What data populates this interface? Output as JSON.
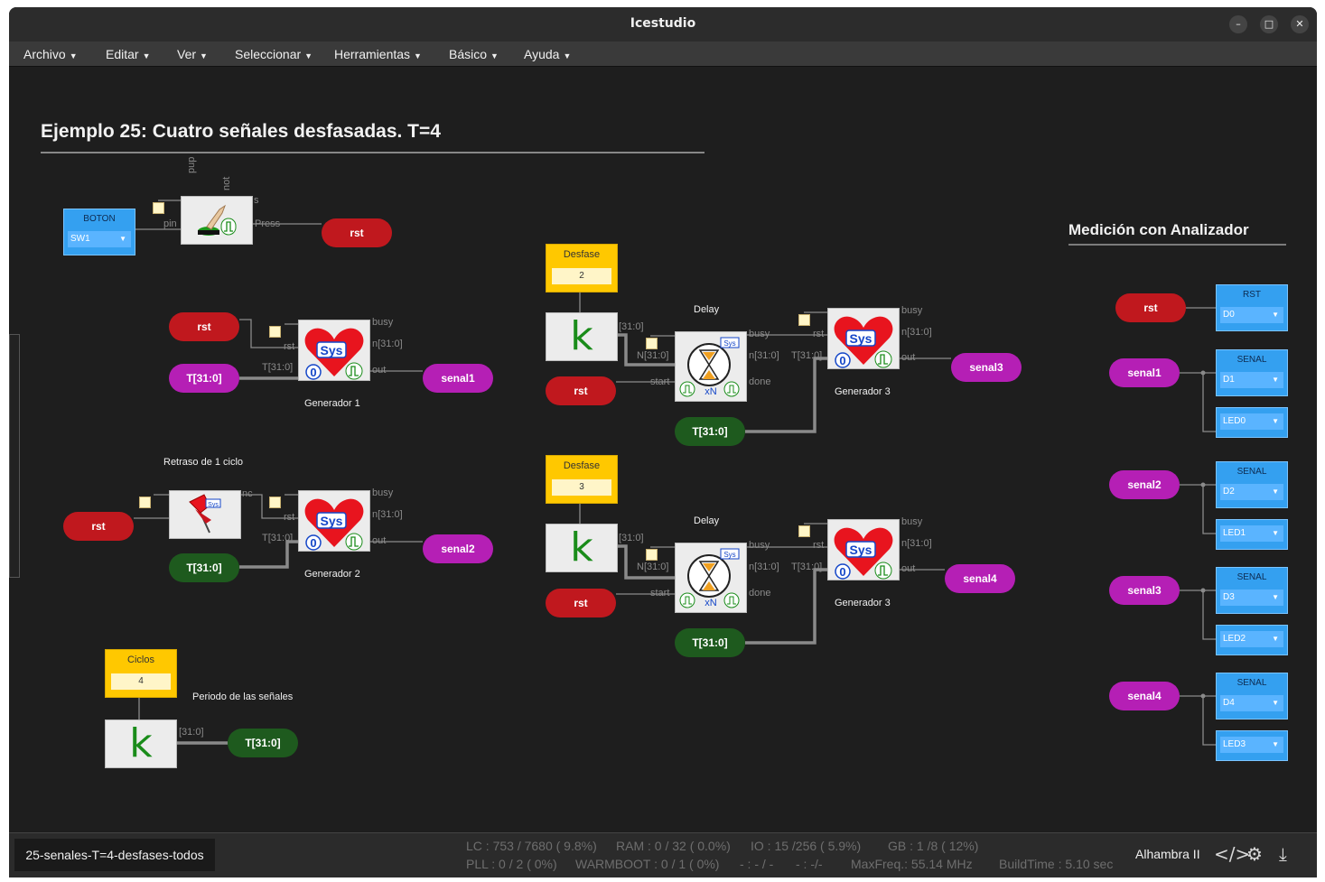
{
  "window": {
    "title": "Icestudio"
  },
  "menu": [
    "Archivo",
    "Editar",
    "Ver",
    "Seleccionar",
    "Herramientas",
    "Básico",
    "Ayuda"
  ],
  "headings": {
    "main": "Ejemplo 25: Cuatro señales desfasadas. T=4",
    "analyzer": "Medición con Analizador"
  },
  "labels": {
    "gen1": "Generador 1",
    "gen2": "Generador 2",
    "gen3a": "Generador 3",
    "gen3b": "Generador 3",
    "delay_a": "Delay",
    "delay_b": "Delay",
    "retraso": "Retraso de 1 ciclo",
    "periodo": "Periodo de las señales"
  },
  "pills": {
    "rst_btn": "rst",
    "rst_g1": "rst",
    "t_g1": "T[31:0]",
    "senal1_out": "senal1",
    "rst_ret": "rst",
    "t_g2": "T[31:0]",
    "senal2_out": "senal2",
    "rst_da": "rst",
    "t_da": "T[31:0]",
    "senal3_out": "senal3",
    "rst_db": "rst",
    "t_db": "T[31:0]",
    "senal4_out": "senal4",
    "t_ciclos": "T[31:0]",
    "rst_an": "rst",
    "senal1_an": "senal1",
    "senal2_an": "senal2",
    "senal3_an": "senal3",
    "senal4_an": "senal4"
  },
  "constants": {
    "desfase_a": {
      "title": "Desfase",
      "value": "2"
    },
    "desfase_b": {
      "title": "Desfase",
      "value": "3"
    },
    "ciclos": {
      "title": "Ciclos",
      "value": "4"
    }
  },
  "io": {
    "boton": {
      "title": "BOTON",
      "pin": "SW1"
    },
    "rst_an": {
      "title": "RST",
      "pin": "D0"
    },
    "senal1": {
      "title": "SENAL",
      "pin": "D1",
      "led": "LED0"
    },
    "senal2": {
      "title": "SENAL",
      "pin": "D2",
      "led": "LED1"
    },
    "senal3": {
      "title": "SENAL",
      "pin": "D3",
      "led": "LED2"
    },
    "senal4": {
      "title": "SENAL",
      "pin": "D4",
      "led": "LED3"
    }
  },
  "ports": {
    "pup": "pup",
    "not": "not",
    "s": "s",
    "pin": "pin",
    "press": "Press",
    "busy": "busy",
    "rst": "rst",
    "n": "n[31:0]",
    "T": "T[31:0]",
    "out": "out",
    "k": "[31:0]",
    "N": "N[31:0]",
    "start": "start",
    "done": "done",
    "nc": "nc"
  },
  "icons": {
    "sys": "Sys",
    "zero": "0",
    "xn": "xN",
    "k": "k"
  },
  "status": {
    "file": "25-senales-T=4-desfases-todos",
    "lc": "LC : 753 / 7680 ( 9.8%)",
    "ram": "RAM : 0 / 32 ( 0.0%)",
    "io": "IO :  15 /256  ( 5.9%)",
    "gb": "GB :  1 /8  ( 12%)",
    "pll": "PLL : 0 / 2 ( 0%)",
    "warmboot": "WARMBOOT : 0 / 1 ( 0%)",
    "x1": "- : - / -",
    "x2": "- :  -/-",
    "maxfreq": "MaxFreq.:  55.14 MHz",
    "buildtime": "BuildTime :  5.10 sec",
    "board": "Alhambra II"
  },
  "colors": {
    "rst": "#c0181e",
    "senal": "#b51fb5",
    "tbus": "#1e5a1e",
    "constant": "#ffc800",
    "io": "#34a0f0"
  }
}
